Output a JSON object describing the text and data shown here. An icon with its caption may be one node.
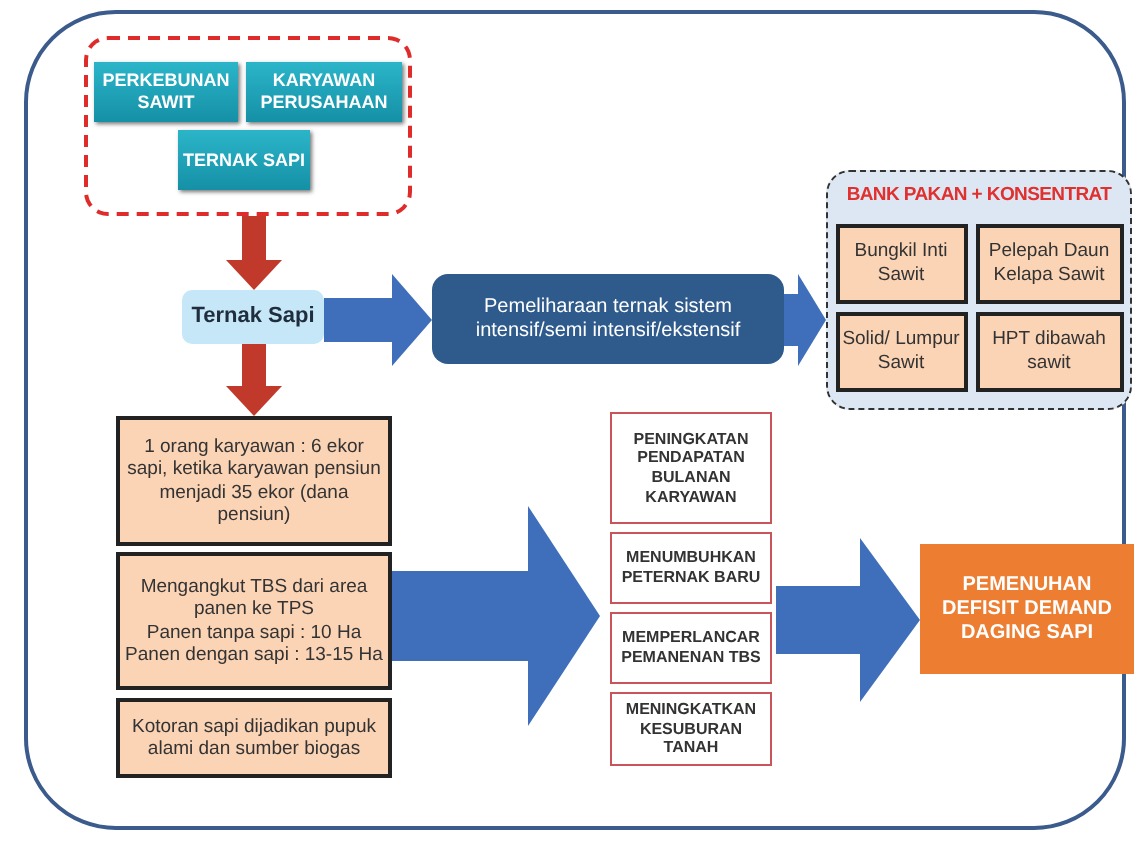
{
  "diagram": {
    "nodes": [
      {
        "text": [],
        "shape": "box"
      },
      {
        "text": [
          "PERKEBUNAN SAWIT"
        ],
        "in": 0
      },
      {
        "text": [
          "KARYAWAN PERUSAHAAN"
        ],
        "in": 0
      },
      {
        "text": [
          "TERNAK SAPI"
        ],
        "in": 0
      },
      {
        "text": [
          "Ternak Sapi"
        ]
      },
      {
        "text": [
          "Pemeliharaan ternak sistem intensif/semi intensif/ekstensif"
        ]
      },
      {
        "text": [
          "BANK PAKAN + KONSENTRAT"
        ]
      },
      {
        "text": [
          "Bungkil Inti Sawit"
        ],
        "in": 6
      },
      {
        "text": [
          "Pelepah Daun Kelapa Sawit"
        ],
        "in": 6
      },
      {
        "text": [
          "Solid/ Lumpur Sawit"
        ],
        "in": 6
      },
      {
        "text": [
          "HPT dibawah sawit"
        ],
        "in": 6
      },
      {
        "text": [
          "1 orang karyawan : 6 ekor sapi, ketika karyawan pensiun menjadi 35 ekor (dana pensiun)"
        ]
      },
      {
        "text": [
          "Mengangkut TBS dari area panen ke TPS",
          "Panen tanpa sapi : 10 Ha",
          "Panen dengan sapi : 13-15 Ha"
        ]
      },
      {
        "text": [
          "Kotoran sapi dijadikan pupuk alami dan sumber biogas"
        ]
      },
      {
        "text": [
          "PENINGKATAN PENDAPATAN BULANAN KARYAWAN"
        ]
      },
      {
        "text": [
          "MENUMBUHKAN PETERNAK BARU"
        ]
      },
      {
        "text": [
          "MEMPERLANCAR PEMANENAN TBS"
        ]
      },
      {
        "text": [
          "MENINGKATKAN KESUBURAN TANAH"
        ]
      },
      {
        "text": [
          "PEMENUHAN DEFISIT DEMAND DAGING SAPI"
        ]
      }
    ],
    "edges": [
      {
        "from": 0,
        "to": 4,
        "arrow": "to",
        "color": "#c0392b"
      },
      {
        "from": 4,
        "to": 11,
        "arrow": "to",
        "color": "#c0392b"
      },
      {
        "from": 4,
        "to": 5,
        "arrow": "to"
      },
      {
        "from": 5,
        "to": 6,
        "arrow": "to"
      },
      {
        "from": 12,
        "to": 16,
        "arrow": "to"
      },
      {
        "from": 16,
        "to": 18,
        "arrow": "to"
      }
    ]
  }
}
